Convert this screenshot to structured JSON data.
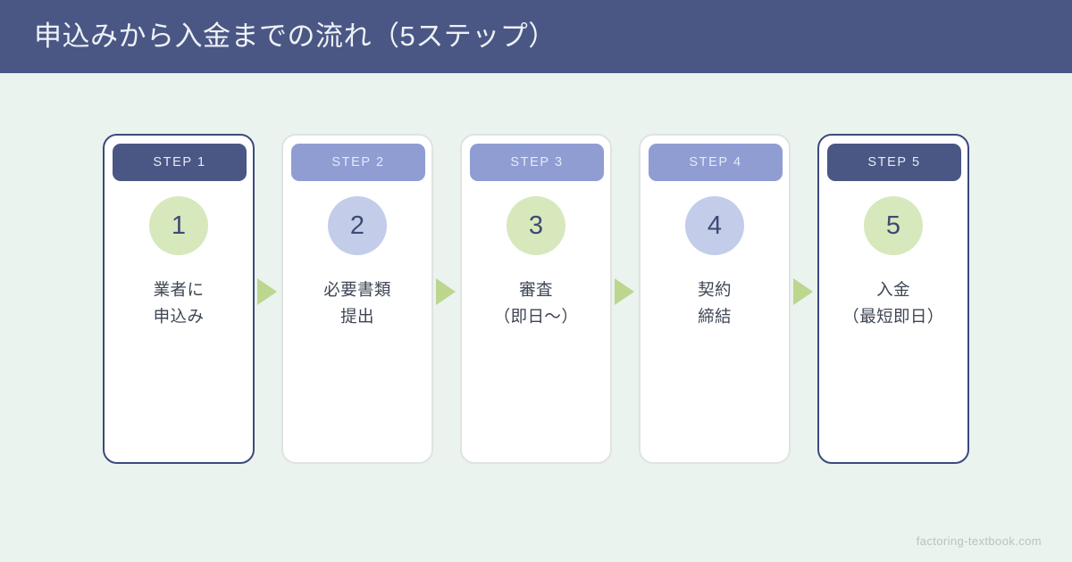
{
  "header": {
    "title": "申込みから入金までの流れ（5ステップ）",
    "bg_color": "#4a5784",
    "text_color": "#eef1f7"
  },
  "page": {
    "background_color": "#eaf3ee"
  },
  "colors": {
    "badge_highlight": "#4a5784",
    "badge_normal": "#8f9dd2",
    "circle_green": "#d7e8bc",
    "circle_blue": "#c3cdea",
    "arrow": "#bcd690",
    "card_border_highlight": "#3c4a7d",
    "card_border_normal": "#dfe3e3",
    "text": "#3d4654"
  },
  "steps": [
    {
      "badge": "STEP 1",
      "number": "1",
      "line1": "業者に",
      "line2": "申込み",
      "circle_color": "green",
      "highlight": true
    },
    {
      "badge": "STEP 2",
      "number": "2",
      "line1": "必要書類",
      "line2": "提出",
      "circle_color": "blue",
      "highlight": false
    },
    {
      "badge": "STEP 3",
      "number": "3",
      "line1": "審査",
      "line2": "（即日〜）",
      "circle_color": "green",
      "highlight": false
    },
    {
      "badge": "STEP 4",
      "number": "4",
      "line1": "契約",
      "line2": "締結",
      "circle_color": "blue",
      "highlight": false
    },
    {
      "badge": "STEP 5",
      "number": "5",
      "line1": "入金",
      "line2": "（最短即日）",
      "circle_color": "green",
      "highlight": true
    }
  ],
  "arrows": [
    {
      "name": "arrow-1-2"
    },
    {
      "name": "arrow-2-3"
    },
    {
      "name": "arrow-3-4"
    },
    {
      "name": "arrow-4-5"
    }
  ],
  "footer": {
    "watermark": "factoring-textbook.com"
  }
}
